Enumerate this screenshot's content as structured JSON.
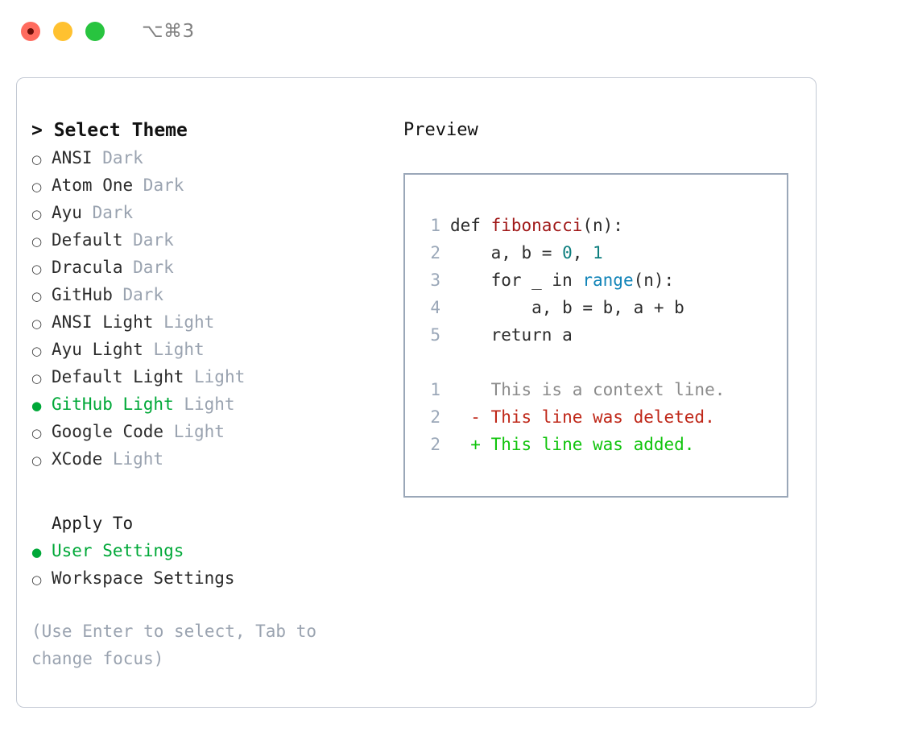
{
  "titlebar": {
    "shortcut": "⌥⌘3",
    "buttons": [
      {
        "name": "close",
        "color": "#ff6b5e"
      },
      {
        "name": "minimize",
        "color": "#ffc130"
      },
      {
        "name": "zoom",
        "color": "#28c43f"
      }
    ]
  },
  "theme_picker": {
    "heading": "> Select Theme",
    "items": [
      {
        "marker": "○",
        "name": "ANSI",
        "tag": "Dark",
        "selected": false
      },
      {
        "marker": "○",
        "name": "Atom One",
        "tag": "Dark",
        "selected": false
      },
      {
        "marker": "○",
        "name": "Ayu",
        "tag": "Dark",
        "selected": false
      },
      {
        "marker": "○",
        "name": "Default",
        "tag": "Dark",
        "selected": false
      },
      {
        "marker": "○",
        "name": "Dracula",
        "tag": "Dark",
        "selected": false
      },
      {
        "marker": "○",
        "name": "GitHub",
        "tag": "Dark",
        "selected": false
      },
      {
        "marker": "○",
        "name": "ANSI Light",
        "tag": "Light",
        "selected": false
      },
      {
        "marker": "○",
        "name": "Ayu Light",
        "tag": "Light",
        "selected": false
      },
      {
        "marker": "○",
        "name": "Default Light",
        "tag": "Light",
        "selected": false
      },
      {
        "marker": "●",
        "name": "GitHub Light",
        "tag": "Light",
        "selected": true
      },
      {
        "marker": "○",
        "name": "Google Code",
        "tag": "Light",
        "selected": false
      },
      {
        "marker": "○",
        "name": "XCode",
        "tag": "Light",
        "selected": false
      }
    ]
  },
  "apply_to": {
    "heading": "Apply To",
    "options": [
      {
        "marker": "●",
        "label": "User Settings",
        "selected": true
      },
      {
        "marker": "○",
        "label": "Workspace Settings",
        "selected": false
      }
    ]
  },
  "hint": "(Use Enter to select, Tab to change focus)",
  "preview": {
    "title": "Preview",
    "code_lines": [
      {
        "no": "1",
        "indent": "",
        "tokens": [
          {
            "t": "def ",
            "c": "plain"
          },
          {
            "t": "fibonacci",
            "c": "fn"
          },
          {
            "t": "(n):",
            "c": "plain"
          }
        ]
      },
      {
        "no": "2",
        "indent": "    ",
        "tokens": [
          {
            "t": "a, b = ",
            "c": "plain"
          },
          {
            "t": "0",
            "c": "num"
          },
          {
            "t": ", ",
            "c": "plain"
          },
          {
            "t": "1",
            "c": "num"
          }
        ]
      },
      {
        "no": "3",
        "indent": "    ",
        "tokens": [
          {
            "t": "for _ in ",
            "c": "plain"
          },
          {
            "t": "range",
            "c": "kw"
          },
          {
            "t": "(n):",
            "c": "plain"
          }
        ]
      },
      {
        "no": "4",
        "indent": "        ",
        "tokens": [
          {
            "t": "a, b = b, a + b",
            "c": "plain"
          }
        ]
      },
      {
        "no": "5",
        "indent": "    ",
        "tokens": [
          {
            "t": "return a",
            "c": "plain"
          }
        ]
      }
    ],
    "diff_lines": [
      {
        "no": "1",
        "sign": "  ",
        "text": "This is a context line.",
        "kind": "ctx"
      },
      {
        "no": "2",
        "sign": "- ",
        "text": "This line was deleted.",
        "kind": "del"
      },
      {
        "no": "2",
        "sign": "+ ",
        "text": "This line was added.",
        "kind": "add"
      }
    ]
  },
  "colors": {
    "accent_green": "#00a838",
    "diff_add": "#11c40d",
    "diff_del": "#bf2718",
    "keyword_blue": "#1184b8",
    "number_teal": "#0e7f7f",
    "function_red": "#a01818",
    "muted": "#9aa3b0",
    "border": "#9aa7b8",
    "panel_border": "#c3c9d4"
  }
}
